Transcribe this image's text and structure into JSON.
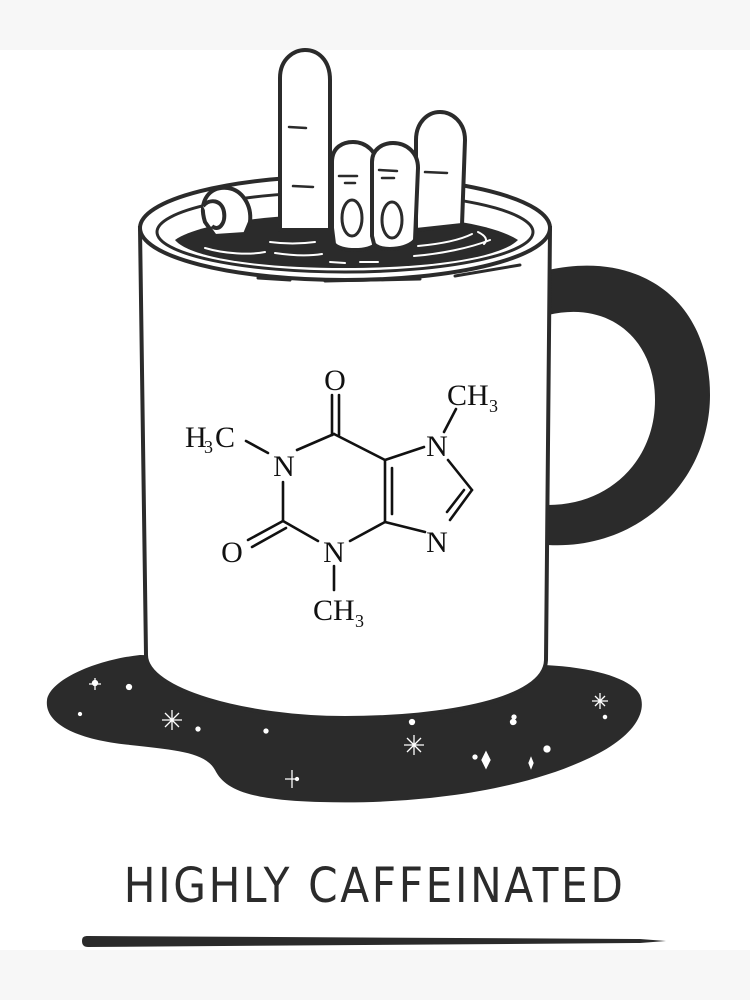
{
  "artwork": {
    "caption": "HIGHLY CAFFEINATED",
    "colors": {
      "background": "#f7f7f7",
      "panel": "#ffffff",
      "ink": "#2b2b2b"
    },
    "molecule": {
      "name": "caffeine",
      "labels": {
        "o_top": "O",
        "ch3_right_c": "CH",
        "ch3_right_sub": "3",
        "h3c_left_h": "H",
        "h3c_left_sub": "3",
        "h3c_left_c": "C",
        "n1": "N",
        "n7": "N",
        "n9": "N",
        "n3": "N",
        "o_left": "O",
        "ch3_bottom_c": "CH",
        "ch3_bottom_sub": "3"
      }
    }
  }
}
